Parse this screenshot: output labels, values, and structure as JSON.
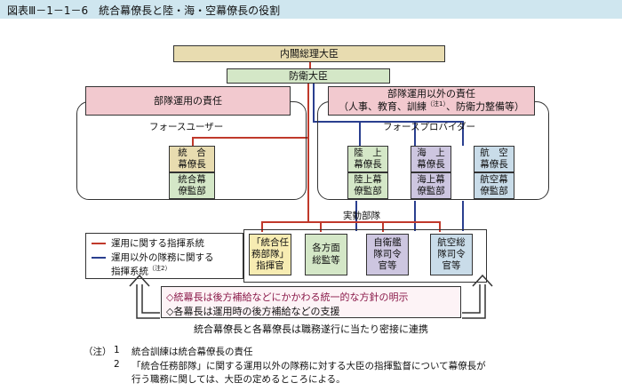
{
  "title": "図表Ⅲ－1－1－6　統合幕僚長と陸・海・空幕僚長の役割",
  "prime_minister": "内閣総理大臣",
  "defense_minister": "防衛大臣",
  "ops_responsibility": "部隊運用の責任",
  "nonops_responsibility": {
    "line1": "部隊運用以外の責任",
    "line2": "（人事、教育、訓練",
    "note": "（注1）",
    "line3": "、防衛力整備等）"
  },
  "force_user_label": "フォースユーザー",
  "force_provider_label": "フォースプロバイダー",
  "joint": {
    "top": "統　合\n幕僚長",
    "bottom": "統合幕\n僚監部"
  },
  "staffs": [
    {
      "top": "陸　上\n幕僚長",
      "bottom": "陸上幕\n僚監部"
    },
    {
      "top": "海　上\n幕僚長",
      "bottom": "海上幕\n僚監部"
    },
    {
      "top": "航　空\n幕僚長",
      "bottom": "航空幕\n僚監部"
    }
  ],
  "units_label": "実動部隊",
  "units": [
    "「統合任\n務部隊」\n指揮官",
    "各方面\n総監等",
    "自衛艦\n隊司令\n官等",
    "航空総\n隊司令\n官等"
  ],
  "legend": {
    "item1": "運用に関する指揮系統",
    "item2a": "運用以外の隊務に関する",
    "item2b": "指揮系統",
    "item2note": "（注2）"
  },
  "notices": [
    "◇統幕長は後方補給などにかかわる統一的な方針の明示",
    "◇各幕長は運用時の後方補給などの支援"
  ],
  "cooperation": "統合幕僚長と各幕僚長は職務遂行に当たり密接に連携",
  "notes": {
    "label": "（注）",
    "n1": "1",
    "t1": "統合訓練は統合幕僚長の責任",
    "n2": "2",
    "t2": "「統合任務部隊」に関する運用以外の隊務に対する大臣の指揮監督について幕僚長が",
    "t2b": "行う職務に関しては、大臣の定めるところによる。"
  },
  "colors": {
    "ops_line": "#c0392b",
    "nonops_line": "#2a3f8f",
    "title_band": "#cfe6ef"
  }
}
